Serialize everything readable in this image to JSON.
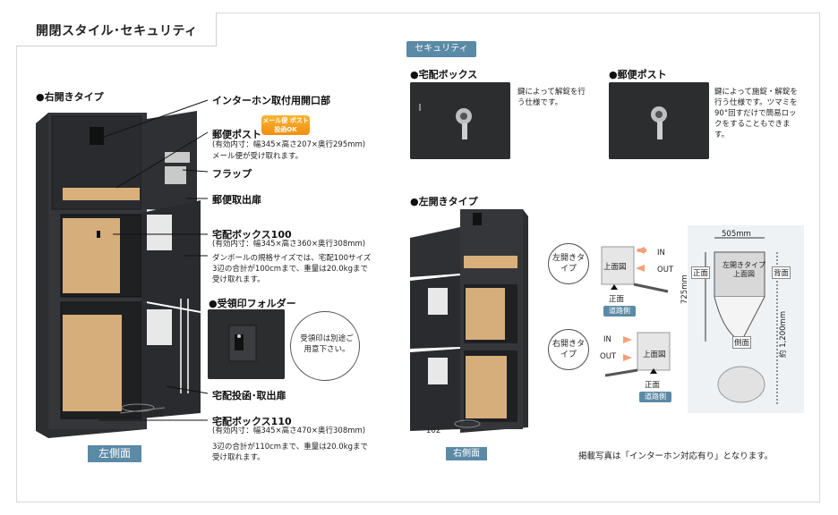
{
  "page": {
    "title": "開閉スタイル･セキュリティ",
    "right_open_heading": "●右開きタイプ",
    "left_side_label": "左側面",
    "right_side_label": "右側面",
    "callouts": {
      "intercom": "インターホン取付用開口部",
      "mailbox": "郵便ポスト",
      "mailbox_badge": "メール便 ポスト投函OK",
      "mailbox_spec": "(有効内寸：幅345×高さ207×奥行295mm)",
      "mailbox_note": "メール便が受け取れます。",
      "flap": "フラップ",
      "mail_door": "郵便取出扉",
      "box100": "宅配ボックス100",
      "box100_spec": "(有効内寸：幅345×高さ360×奥行308mm)",
      "box100_note1": "ダンボールの規格サイズでは、宅配100サイズ",
      "box100_note2": "3辺の合計が100cmまで、重量は20.0kgまで",
      "box100_note3": "受け取れます。",
      "stamp_holder": "●受領印フォルダー",
      "stamp_balloon": "受領印は別途ご用意下さい。",
      "delivery_door": "宅配投函･取出扉",
      "box110": "宅配ボックス110",
      "box110_spec": "(有効内寸：幅345×高さ470×奥行308mm)",
      "box110_note1": "3辺の合計が110cmまで、重量は20.0kgまで",
      "box110_note2": "受け取れます。",
      "dim_102_left": "102",
      "dim_102_right": "102"
    },
    "security": {
      "badge": "セキュリティ",
      "delivery_box_heading": "●宅配ボックス",
      "delivery_box_text": "鍵によって解錠を行う仕様です。",
      "mail_post_heading": "●郵便ポスト",
      "mail_post_text": "鍵によって施錠・解錠を行う仕様です。ツマミを90°回すだけで簡易ロックをすることもできます。"
    },
    "left_open_heading": "●左開きタイプ",
    "diagram": {
      "left_open_circle": "左開きタイプ",
      "right_open_circle": "右開きタイプ",
      "top_view": "上面図",
      "in": "IN",
      "out": "OUT",
      "front": "正面",
      "road_side": "道路側",
      "dim_505": "505mm",
      "dim_725": "725mm",
      "dim_1200": "約 1,200mm",
      "front_label": "正面",
      "back_label": "背面",
      "side_label": "側面",
      "plan_title": "左開きタイプ上面図"
    },
    "footer_note": "掲載写真は「インターホン対応有り」となります。"
  }
}
